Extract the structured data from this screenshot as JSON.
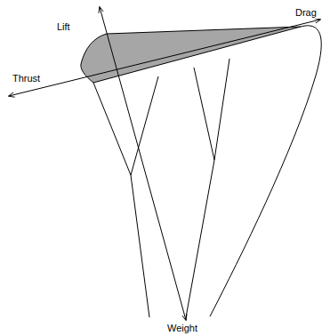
{
  "diagram": {
    "labels": [
      "Lift",
      "Drag",
      "Thrust",
      "Weight"
    ]
  }
}
